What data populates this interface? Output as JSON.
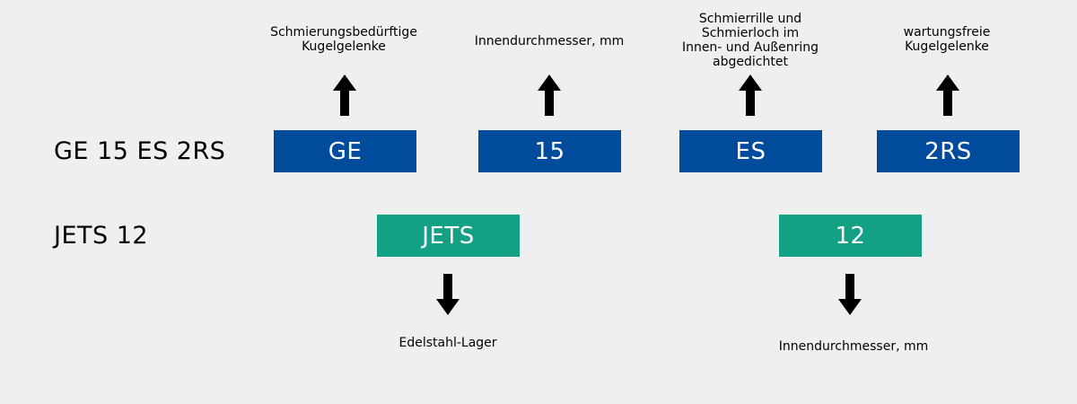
{
  "rows": [
    {
      "designation": "GE 15 ES 2RS",
      "segments": [
        {
          "code": "GE",
          "caption": [
            "Schmierungsbedürftige",
            "Kugelgelenke"
          ]
        },
        {
          "code": "15",
          "caption": [
            "Innendurchmesser, mm"
          ]
        },
        {
          "code": "ES",
          "caption": [
            "Schmierrille und",
            "Schmierloch im",
            "Innen- und Außenring",
            "abgedichtet"
          ]
        },
        {
          "code": "2RS",
          "caption": [
            "wartungsfreie",
            "Kugelgelenke"
          ]
        }
      ]
    },
    {
      "designation": "JETS 12",
      "segments": [
        {
          "code": "JETS",
          "caption": [
            "Edelstahl-Lager"
          ]
        },
        {
          "code": "12",
          "caption": [
            "Innendurchmesser, mm"
          ]
        }
      ]
    }
  ],
  "colors": {
    "background": "#efefef",
    "row1_box": "#004b9c",
    "row2_box": "#14a085",
    "arrow": "#000000"
  }
}
